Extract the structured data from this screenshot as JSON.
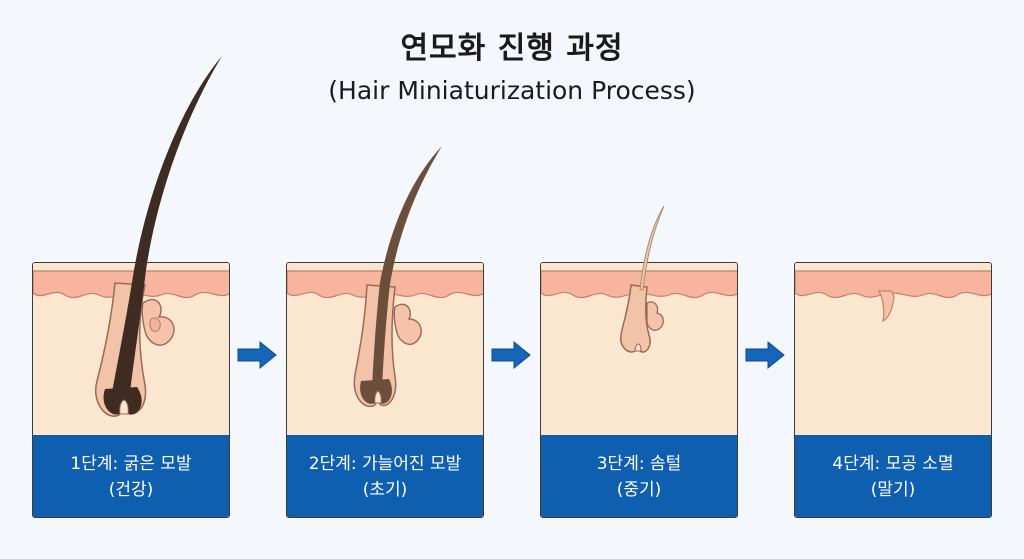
{
  "title": {
    "korean": "연모화 진행 과정",
    "english": "(Hair Miniaturization Process)"
  },
  "stages": [
    {
      "line1": "1단계: 굵은 모발",
      "line2": "(건강)"
    },
    {
      "line1": "2단계: 가늘어진 모발",
      "line2": "(초기)"
    },
    {
      "line1": "3단계: 솜털",
      "line2": "(중기)"
    },
    {
      "line1": "4단계: 모공 소멸",
      "line2": "(말기)"
    }
  ],
  "colors": {
    "label_bg": "#0f5fb0",
    "arrow": "#1565b8",
    "skin": "#fbe6cf",
    "skin_top": "#f6b59c",
    "hair_stage1": "#3e2c22",
    "hair_stage2": "#6b4e3b",
    "hair_stage3": "#e8c6a8"
  },
  "icons": [
    "right-arrow-icon",
    "right-arrow-icon",
    "right-arrow-icon"
  ]
}
